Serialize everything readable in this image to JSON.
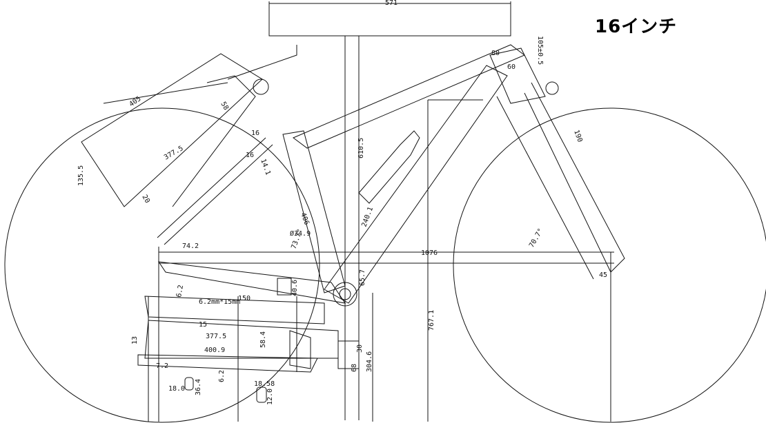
{
  "title": "16インチ",
  "colors": {
    "line": "#111111",
    "background": "#ffffff"
  },
  "dimensions": {
    "top_length": "571",
    "head_angle_tol": "105±0.5",
    "head_80": "80",
    "head_60": "60",
    "fork_190": "190",
    "fork_45": "45",
    "seat_610": "610.5",
    "seat_405": "405",
    "rack_377_top": "377.5",
    "rack_135": "135.5",
    "rack_16a": "16",
    "rack_16b": "16",
    "rack_58": "58",
    "rack_20": "20",
    "seat_tube_14": "14.1",
    "seat_tube_406": "406",
    "seat_dia": "Ø34.9",
    "seat_73": "73.7°",
    "chain_74": "74.2",
    "down_240": "240.1",
    "wheelbase": "1076",
    "head_angle": "70.7°",
    "bb_65": "65.7",
    "bb_767": "767.1",
    "stay_40": "40.6",
    "stay_150": "150",
    "stay_62": "6.2",
    "slot": "6.2mm*15mm",
    "stay_15": "15",
    "stay_377": "377.5",
    "stay_400": "400.9",
    "stay_58": "58.4",
    "stay_13": "13",
    "stay_7": "7.2",
    "stay_304": "304.6",
    "stay_68": "68",
    "stay_30": "30",
    "stay_62b": "6.2",
    "small_18": "18.0",
    "small_36": "36.4",
    "small_185": "18.58",
    "small_12": "12.0"
  }
}
